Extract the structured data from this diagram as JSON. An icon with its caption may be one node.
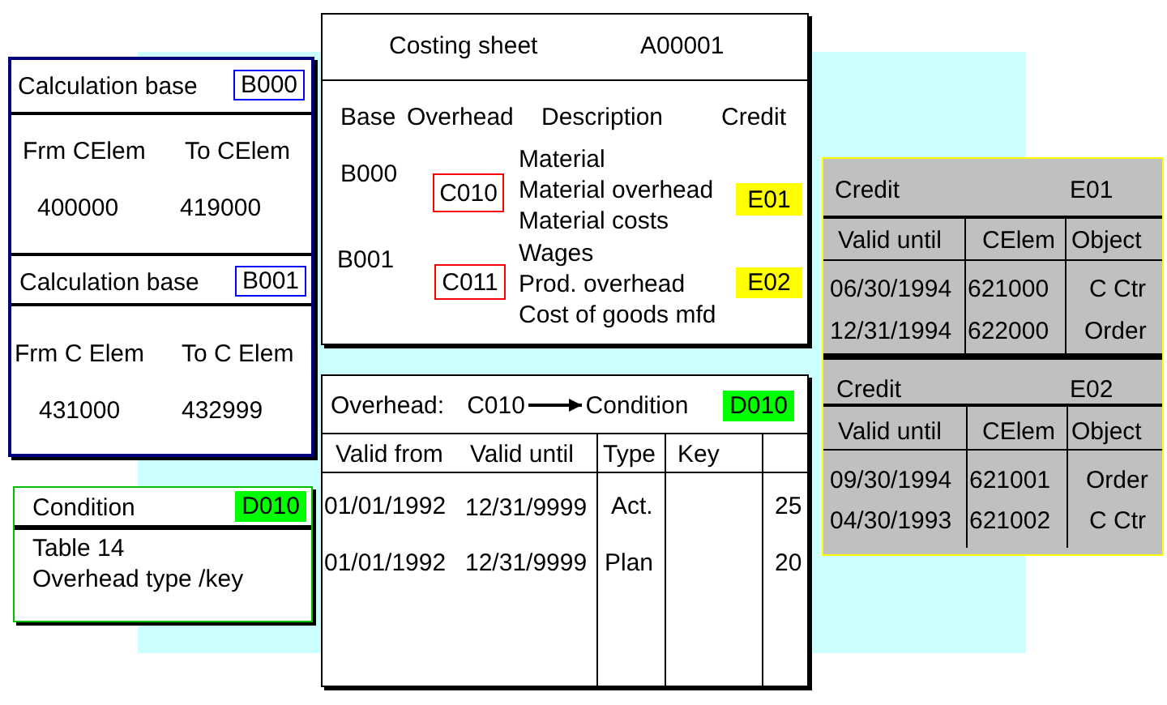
{
  "diagram": {
    "nodes": [
      {
        "text": [],
        "shape": "box"
      },
      {
        "text": [
          "Calculation base"
        ],
        "in": 0
      },
      {
        "text": [
          "B000"
        ],
        "in": 1
      },
      {
        "text": [
          "Frm CElem",
          "To CElem",
          "400000",
          "419000"
        ],
        "in": 0
      },
      {
        "text": [
          "Calculation base"
        ],
        "in": 0
      },
      {
        "text": [
          "B001"
        ],
        "in": 4
      },
      {
        "text": [
          "Frm C Elem",
          "To C Elem",
          "431000",
          "432999"
        ],
        "in": 0
      },
      {
        "text": [
          "Costing sheet",
          "A00001",
          "Base",
          "Overhead",
          "Description",
          "Credit",
          "B000",
          "Material",
          "Material overhead",
          "Material costs",
          "B001",
          "Wages",
          "Prod. overhead",
          "Cost of goods mfd"
        ]
      },
      {
        "text": [
          "C010"
        ],
        "in": 7
      },
      {
        "text": [
          "E01"
        ],
        "in": 7
      },
      {
        "text": [
          "C011"
        ],
        "in": 7
      },
      {
        "text": [
          "E02"
        ],
        "in": 7
      },
      {
        "text": [
          "Overhead:",
          "Valid from",
          "Valid until",
          "Type",
          "Key",
          "01/01/1992",
          "12/31/9999",
          "Act.",
          "25",
          "01/01/1992",
          "12/31/9999",
          "Plan",
          "20"
        ]
      },
      {
        "text": [
          "C010"
        ],
        "in": 12
      },
      {
        "text": [
          "Condition"
        ],
        "in": 12
      },
      {
        "text": [
          "D010"
        ],
        "in": 12
      },
      {
        "text": [
          "Condition",
          "Table 14",
          "Overhead type /key"
        ]
      },
      {
        "text": [
          "D010"
        ],
        "in": 16
      },
      {
        "text": [],
        "shape": "box"
      },
      {
        "text": [
          "Credit",
          "E01",
          "Valid until",
          "CElem",
          "Object",
          "06/30/1994",
          "621000",
          "C Ctr",
          "12/31/1994",
          "622000",
          "Order"
        ],
        "in": 18
      },
      {
        "text": [
          "Credit",
          "E02",
          "Valid until",
          "CElem",
          "Object",
          "09/30/1994",
          "621001",
          "Order",
          "04/30/1993",
          "621002",
          "C Ctr"
        ],
        "in": 18
      }
    ],
    "edges": [
      {
        "from": 13,
        "to": 14,
        "arrow": "to"
      }
    ]
  }
}
